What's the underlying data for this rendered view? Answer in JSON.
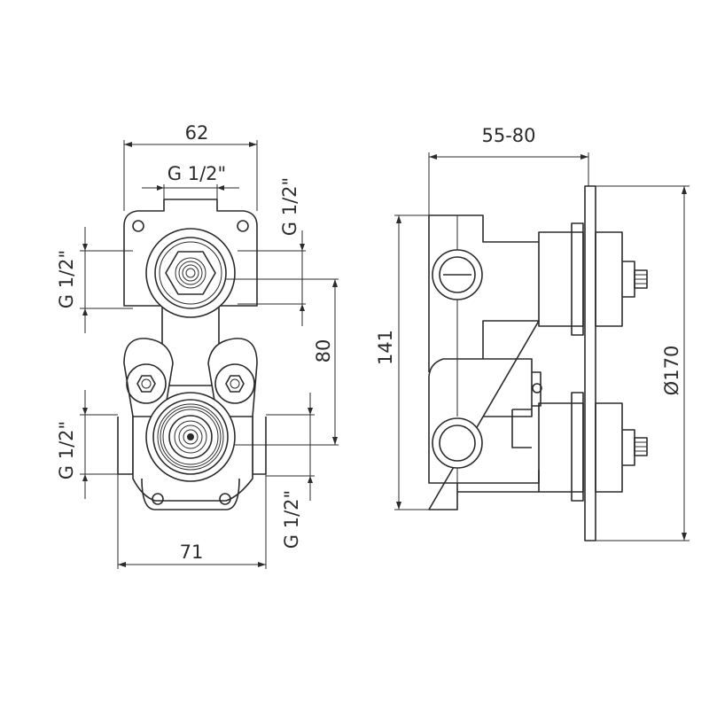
{
  "front_view": {
    "dim_top_width": "62",
    "dim_top_thread": "G 1/2\"",
    "dim_right_upper_thread": "G 1/2\"",
    "dim_left_upper_thread": "G 1/2\"",
    "dim_center_distance": "80",
    "dim_left_lower_thread": "G 1/2\"",
    "dim_right_lower_thread": "G 1/2\"",
    "dim_bottom_width": "71"
  },
  "side_view": {
    "dim_depth": "55-80",
    "dim_height": "141",
    "dim_plate_diameter": "Ø170"
  }
}
